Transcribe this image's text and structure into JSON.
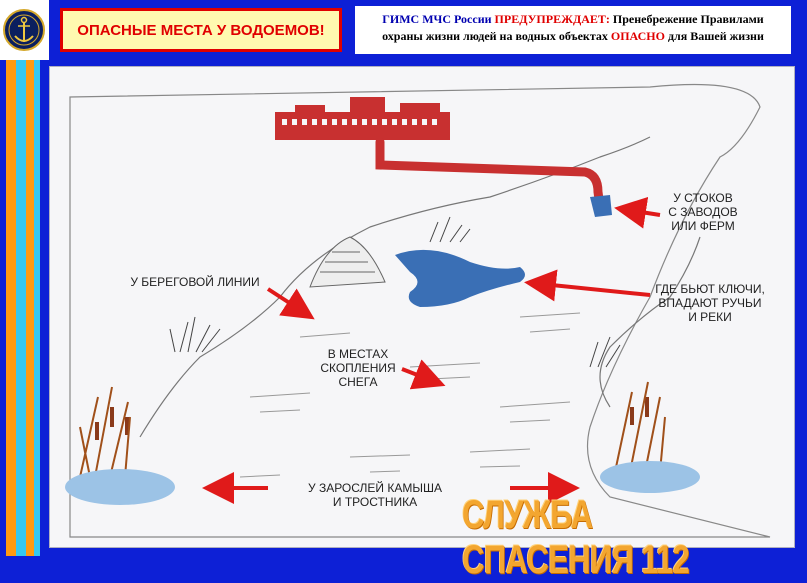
{
  "header": {
    "title": "ОПАСНЫЕ МЕСТА У ВОДОЕМОВ!",
    "warning": {
      "org": "ГИМС МЧС России",
      "verb": "ПРЕДУПРЕЖДАЕТ:",
      "text1": "Пренебрежение Правилами",
      "text2": "охраны жизни людей на водных объектах",
      "danger": "ОПАСНО",
      "text3": "для Вашей жизни"
    }
  },
  "labels": {
    "drains": [
      "У СТОКОВ",
      "С ЗАВОДОВ",
      "ИЛИ ФЕРМ"
    ],
    "springs": [
      "ГДЕ БЬЮТ КЛЮЧИ,",
      "ВПАДАЮТ РУЧЬИ",
      "И РЕКИ"
    ],
    "shore": [
      "У БЕРЕГОВОЙ ЛИНИИ"
    ],
    "snow": [
      "В МЕСТАХ",
      "СКОПЛЕНИЯ",
      "СНЕГА"
    ],
    "reeds": [
      "У ЗАРОСЛЕЙ КАМЫША",
      "И ТРОСТНИКА"
    ]
  },
  "watermark": "СЛУЖБА СПАСЕНИЯ 112",
  "colors": {
    "background": "#0d20d6",
    "accent": "#e00000",
    "water": "#3a6fb5",
    "stripe_orange": "#ff9a10",
    "stripe_cyan": "#35c8f0"
  },
  "icons": {
    "emblem": "anchor-emblem-icon"
  }
}
